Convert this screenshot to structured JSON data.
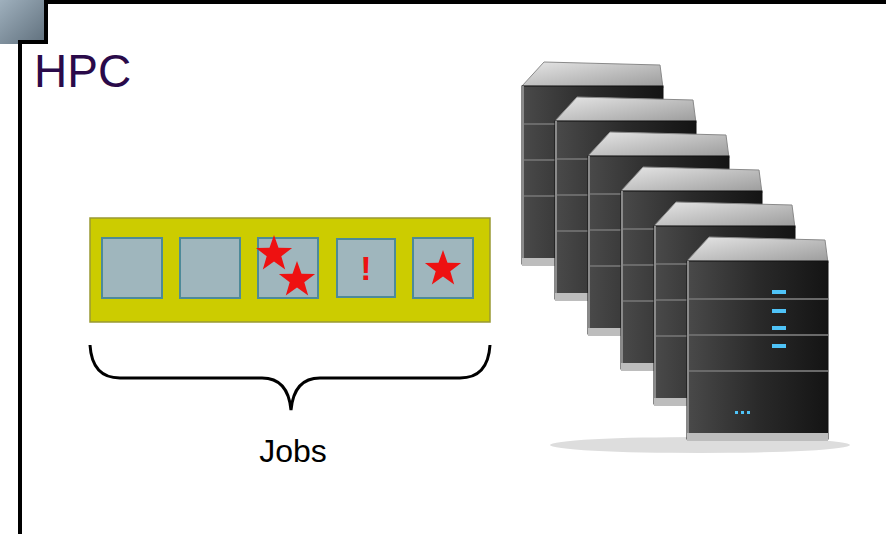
{
  "diagram": {
    "title": "HPC",
    "nodes": [
      {
        "text": [
          "!"
        ]
      }
    ],
    "labels": [
      "Jobs"
    ]
  }
}
